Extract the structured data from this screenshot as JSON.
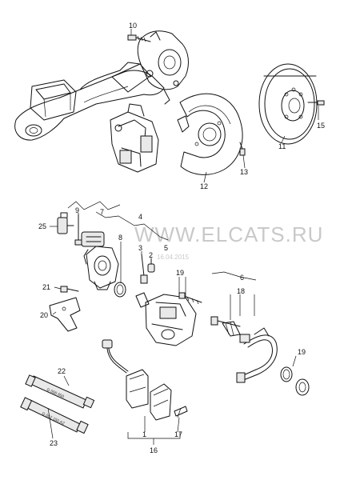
{
  "watermark": {
    "text": "WWW.ELCATS.RU",
    "date": "16.04.2015"
  },
  "callouts": [
    {
      "id": "c10",
      "label": "10"
    },
    {
      "id": "c15",
      "label": "15"
    },
    {
      "id": "c11",
      "label": "11"
    },
    {
      "id": "c13",
      "label": "13"
    },
    {
      "id": "c12",
      "label": "12"
    },
    {
      "id": "c9",
      "label": "9"
    },
    {
      "id": "c7",
      "label": "7"
    },
    {
      "id": "c4",
      "label": "4"
    },
    {
      "id": "c25",
      "label": "25"
    },
    {
      "id": "c8",
      "label": "8"
    },
    {
      "id": "c3",
      "label": "3"
    },
    {
      "id": "c2",
      "label": "2"
    },
    {
      "id": "c5",
      "label": "5"
    },
    {
      "id": "c19a",
      "label": "19"
    },
    {
      "id": "c6",
      "label": "6"
    },
    {
      "id": "c18",
      "label": "18"
    },
    {
      "id": "c21",
      "label": "21"
    },
    {
      "id": "c20",
      "label": "20"
    },
    {
      "id": "c19b",
      "label": "19"
    },
    {
      "id": "c22",
      "label": "22"
    },
    {
      "id": "c23",
      "label": "23"
    },
    {
      "id": "c1",
      "label": "1"
    },
    {
      "id": "c17",
      "label": "17"
    },
    {
      "id": "c16",
      "label": "16"
    }
  ],
  "tubes": {
    "tube22_text": "G 000 650",
    "tube23_text": "G 052 150 A2"
  }
}
